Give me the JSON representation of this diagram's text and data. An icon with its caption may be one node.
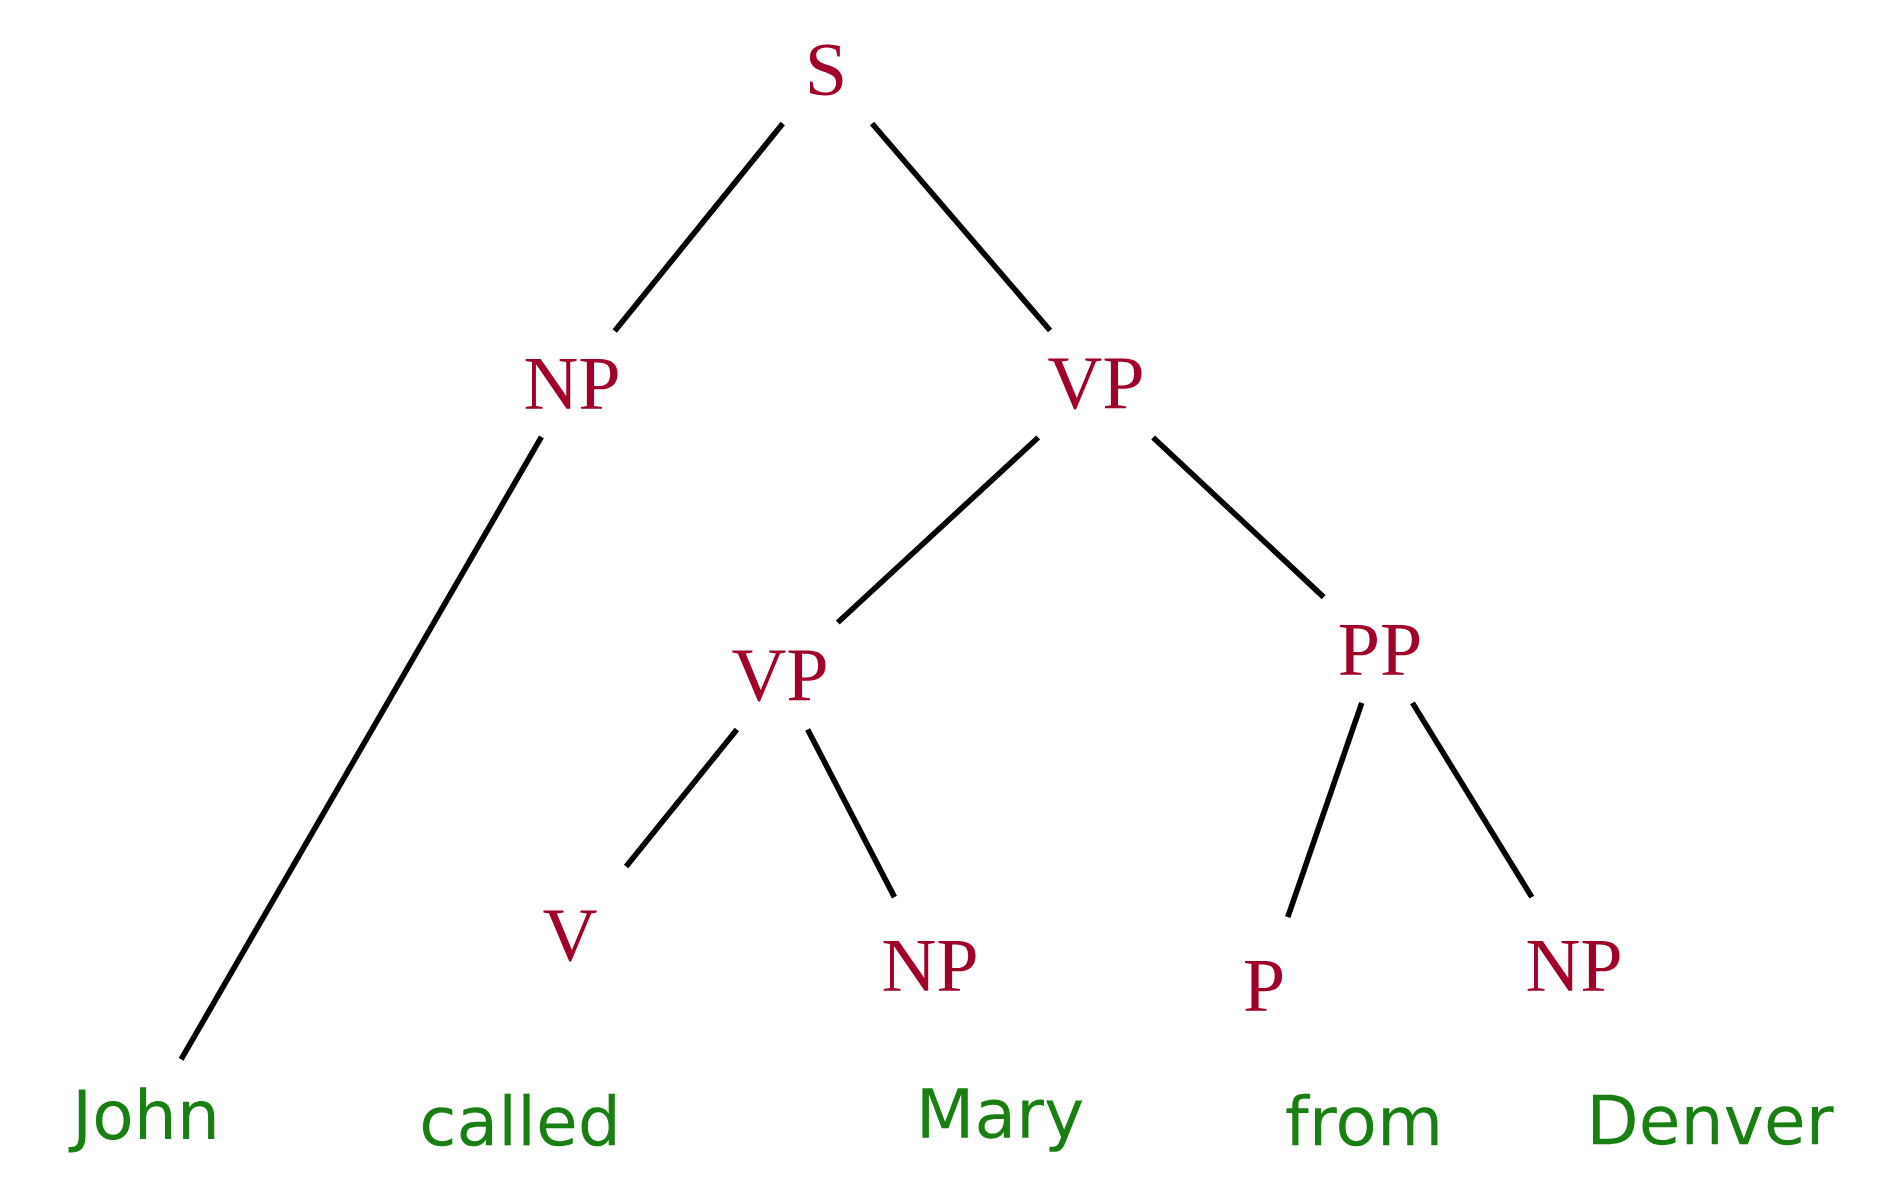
{
  "diagram": {
    "nodes": [
      {
        "text": [
          "S"
        ]
      },
      {
        "text": [
          "NP"
        ]
      },
      {
        "text": [
          "VP"
        ]
      },
      {
        "text": [
          "VP"
        ]
      },
      {
        "text": [
          "PP"
        ]
      },
      {
        "text": [
          "V"
        ]
      },
      {
        "text": [
          "NP"
        ]
      },
      {
        "text": [
          "P"
        ]
      },
      {
        "text": [
          "NP"
        ]
      },
      {
        "text": [
          "John"
        ]
      }
    ],
    "edges": [
      {
        "from": 0,
        "to": 1,
        "arrow": "none"
      },
      {
        "from": 0,
        "to": 2,
        "arrow": "none"
      },
      {
        "from": 1,
        "to": 9,
        "arrow": "none"
      },
      {
        "from": 2,
        "to": 3,
        "arrow": "none"
      },
      {
        "from": 2,
        "to": 4,
        "arrow": "none"
      },
      {
        "from": 3,
        "to": 5,
        "arrow": "none"
      },
      {
        "from": 3,
        "to": 6,
        "arrow": "none"
      },
      {
        "from": 4,
        "to": 7,
        "arrow": "none"
      },
      {
        "from": 4,
        "to": 8,
        "arrow": "none"
      }
    ],
    "labels": [
      "called",
      "Mary",
      "from",
      "Denver"
    ]
  }
}
